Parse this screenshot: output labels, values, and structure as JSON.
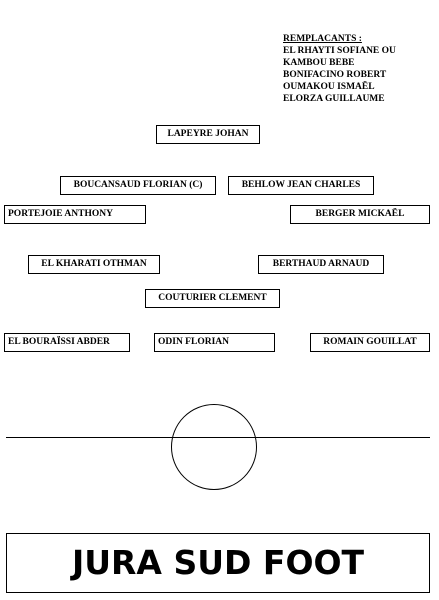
{
  "substitutes": {
    "title": "REMPLACANTS :",
    "names": [
      "EL RHAYTI SOFIANE OU",
      "KAMBOU BEBE",
      "BONIFACINO ROBERT",
      "OUMAKOU ISMAËL",
      "ELORZA GUILLAUME"
    ]
  },
  "players": {
    "gk": "LAPEYRE JOHAN",
    "cb_left": "BOUCANSAUD FLORIAN (C)",
    "cb_right": "BEHLOW JEAN CHARLES",
    "lb": "PORTEJOIE ANTHONY",
    "rb": "BERGER MICKAËL",
    "cm_left": "EL KHARATI OTHMAN",
    "cm_right": "BERTHAUD ARNAUD",
    "am": "COUTURIER CLEMENT",
    "lw": "EL BOURAÏSSI ABDER",
    "st": "ODIN FLORIAN",
    "rw": "ROMAIN GOUILLAT"
  },
  "team_name": "JURA SUD FOOT"
}
